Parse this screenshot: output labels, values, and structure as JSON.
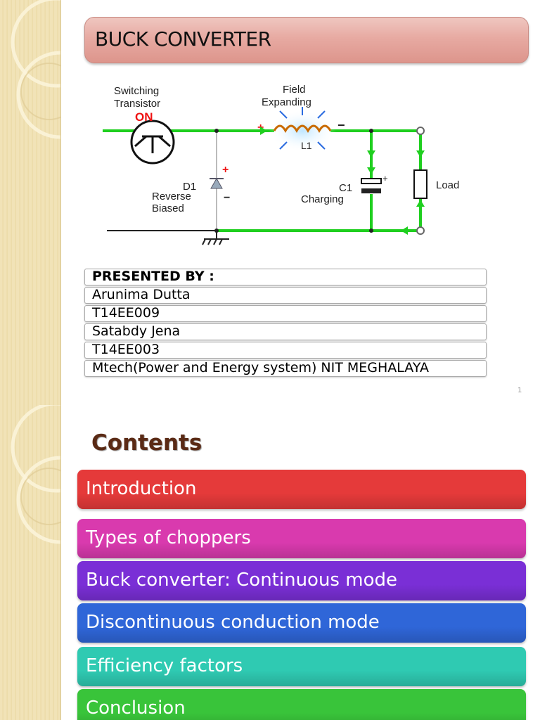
{
  "slide1": {
    "title": "BUCK CONVERTER",
    "circuit": {
      "switch_label_1": "Switching",
      "switch_label_2": "Transistor",
      "switch_state": "ON",
      "field_label_1": "Field",
      "field_label_2": "Expanding",
      "inductor_label": "L1",
      "diode_label": "D1",
      "diode_state_1": "Reverse",
      "diode_state_2": "Biased",
      "capacitor_label": "C1",
      "capacitor_state": "Charging",
      "load_label": "Load",
      "plus": "+",
      "minus": "−"
    },
    "presenters": {
      "heading": "PRESENTED BY :",
      "rows": [
        "Arunima Dutta",
        "T14EE009",
        "Satabdy Jena",
        "T14EE003",
        "Mtech(Power and Energy system) NIT MEGHALAYA"
      ]
    },
    "page_number": "1"
  },
  "slide2": {
    "title": "Contents",
    "items": [
      {
        "label": "Introduction",
        "color": "#e53a3a"
      },
      {
        "label": "Types of choppers",
        "color": "#d93aae"
      },
      {
        "label": "Buck converter: Continuous mode",
        "color": "#7a2fd6"
      },
      {
        "label": "Discontinuous conduction mode",
        "color": "#2f66d8"
      },
      {
        "label": "Efficiency factors",
        "color": "#2fcab2"
      },
      {
        "label": "Conclusion",
        "color": "#39c43a"
      }
    ]
  }
}
